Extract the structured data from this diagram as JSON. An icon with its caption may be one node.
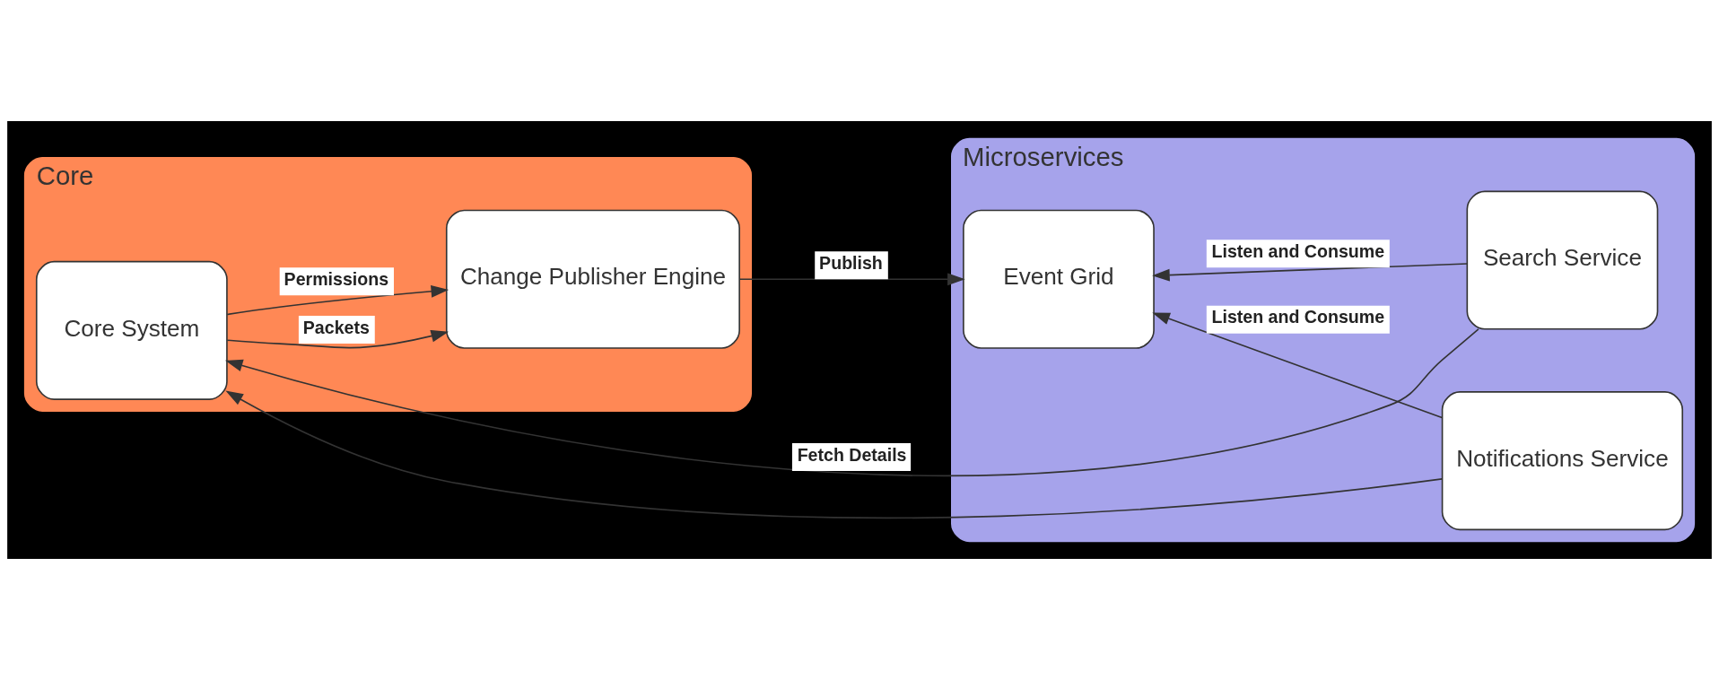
{
  "diagram": {
    "nodes": [
      {
        "text": [
          "Core"
        ]
      },
      {
        "text": [
          "Change Publisher Engine"
        ],
        "in": 0
      },
      {
        "text": [
          "Core System"
        ],
        "in": 0
      },
      {
        "text": [
          "Microservices"
        ]
      },
      {
        "text": [
          "Event Grid"
        ],
        "in": 3
      },
      {
        "text": [
          "Search Service"
        ],
        "in": 3
      },
      {
        "text": [
          "Notifications Service"
        ],
        "in": 3
      }
    ],
    "edges": [
      {
        "from": 2,
        "to": 1,
        "arrow": "to",
        "label": "Packets"
      },
      {
        "from": 2,
        "to": 1,
        "arrow": "to",
        "label": "Permissions"
      },
      {
        "from": 1,
        "to": 4,
        "arrow": "to",
        "label": "Publish"
      },
      {
        "from": 6,
        "to": 4,
        "arrow": "to",
        "label": "Listen and Consume"
      },
      {
        "from": 5,
        "to": 4,
        "arrow": "to",
        "label": "Listen and Consume"
      },
      {
        "from": 5,
        "to": 2,
        "arrow": "to",
        "label": "Fetch Details"
      },
      {
        "from": 6,
        "to": 2,
        "arrow": "to"
      }
    ]
  }
}
